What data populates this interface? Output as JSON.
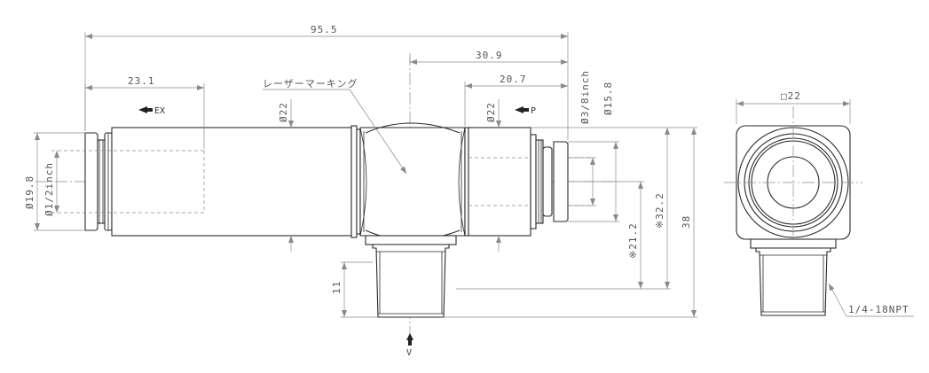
{
  "dimensions": {
    "overall_length": "95.5",
    "center_to_p_end": "30.9",
    "p_tube_length": "20.7",
    "ex_tube_length": "23.1",
    "body_dia_mid": "Ø22",
    "body_dia_p": "Ø22",
    "p_dia_tube": "Ø3/8inch",
    "p_dia_outer": "Ø15.8",
    "ex_dia_outer": "Ø19.8",
    "ex_dia_tube": "Ø1/2inch",
    "center_height": "※21.2",
    "body_height": "※32.2",
    "total_height": "38",
    "thread_length": "11",
    "side_width": "□22",
    "thread_spec": "1/4-18NPT"
  },
  "labels": {
    "laser_marking": "レーザーマーキング",
    "ex_port": "EX",
    "p_port": "P",
    "v_port": "V"
  }
}
